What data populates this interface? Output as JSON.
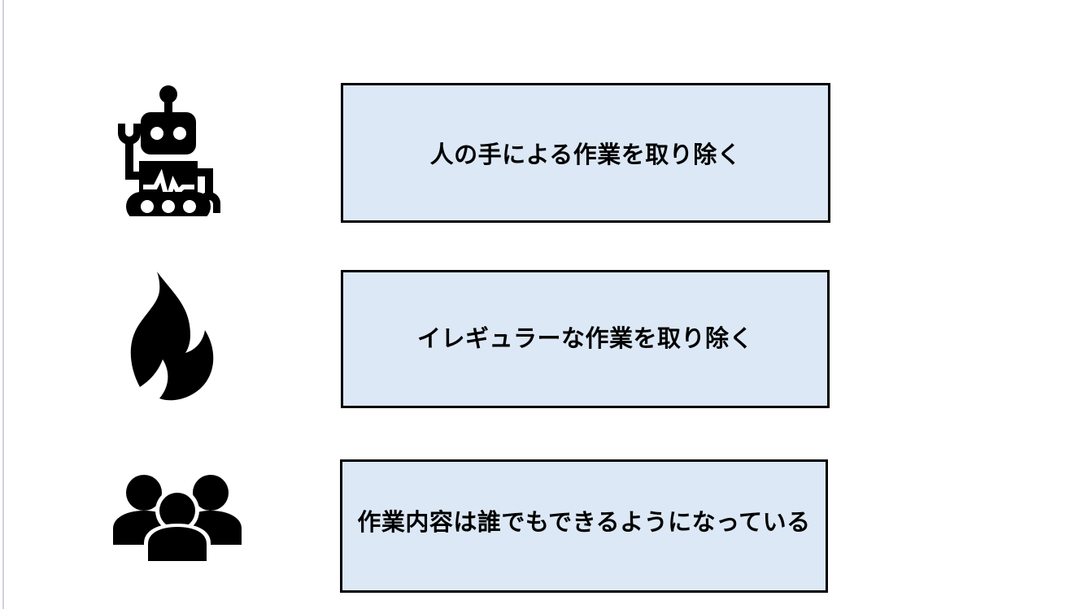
{
  "slide": {
    "background_color": "#ffffff",
    "edge_rule_color": "#d0d3d8",
    "box_fill_color": "#dce8f5",
    "box_border_color": "#000000",
    "icon_color": "#000000"
  },
  "rows": [
    {
      "icon_name": "robot-icon",
      "text": "人の手による作業を取り除く"
    },
    {
      "icon_name": "flame-icon",
      "text": "イレギュラーな作業を取り除く"
    },
    {
      "icon_name": "people-group-icon",
      "text": "作業内容は誰でもできるようになっている"
    }
  ]
}
